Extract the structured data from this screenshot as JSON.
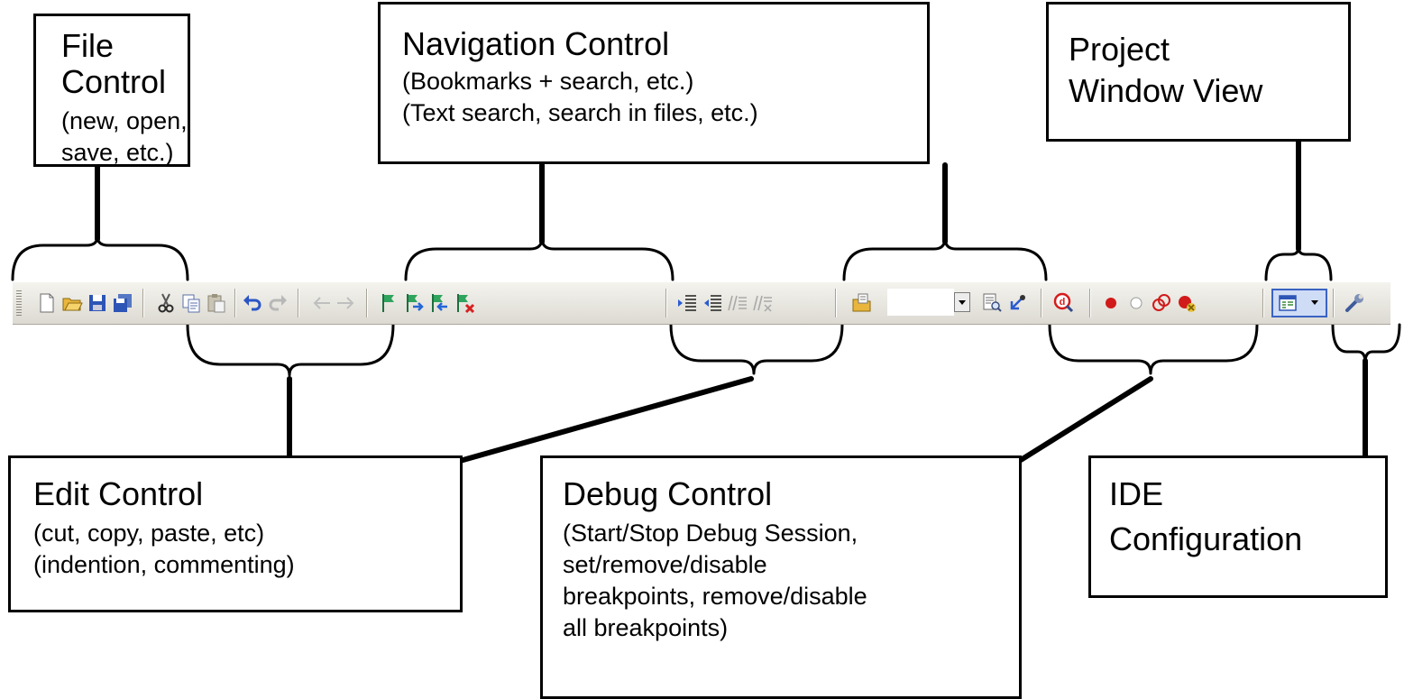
{
  "callouts": {
    "file_control": {
      "title": "File Control",
      "lines": [
        "(new, open,",
        "save, etc.)"
      ]
    },
    "navigation_control": {
      "title": "Navigation Control",
      "lines": [
        "(Bookmarks + search, etc.)",
        "(Text search, search in files, etc.)"
      ]
    },
    "project_window_view": {
      "title_lines": [
        "Project",
        "Window View"
      ]
    },
    "edit_control": {
      "title": "Edit Control",
      "lines": [
        "(cut, copy, paste, etc)",
        "(indention, commenting)"
      ]
    },
    "debug_control": {
      "title": "Debug Control",
      "lines": [
        "(Start/Stop Debug Session,",
        "set/remove/disable",
        "breakpoints, remove/disable",
        "all breakpoints)"
      ]
    },
    "ide_configuration": {
      "title_lines": [
        "IDE",
        "Configuration"
      ]
    }
  },
  "toolbar": {
    "background": "#e8e6df",
    "icons": [
      "new-file-icon",
      "open-folder-icon",
      "save-icon",
      "save-all-icon",
      "cut-icon",
      "copy-icon",
      "paste-icon",
      "undo-icon",
      "redo-icon",
      "navigate-back-icon",
      "navigate-forward-icon",
      "bookmark-icon",
      "next-bookmark-icon",
      "previous-bookmark-icon",
      "clear-bookmarks-icon",
      "indent-icon",
      "unindent-icon",
      "comment-icon",
      "uncomment-icon",
      "open-find-icon",
      "search-combo",
      "find-in-files-icon",
      "go-to-icon",
      "start-debug-icon",
      "set-breakpoint-icon",
      "disable-breakpoint-icon",
      "remove-breakpoint-icon",
      "remove-all-breakpoints-icon",
      "project-window-icon",
      "configuration-wrench-icon"
    ]
  }
}
